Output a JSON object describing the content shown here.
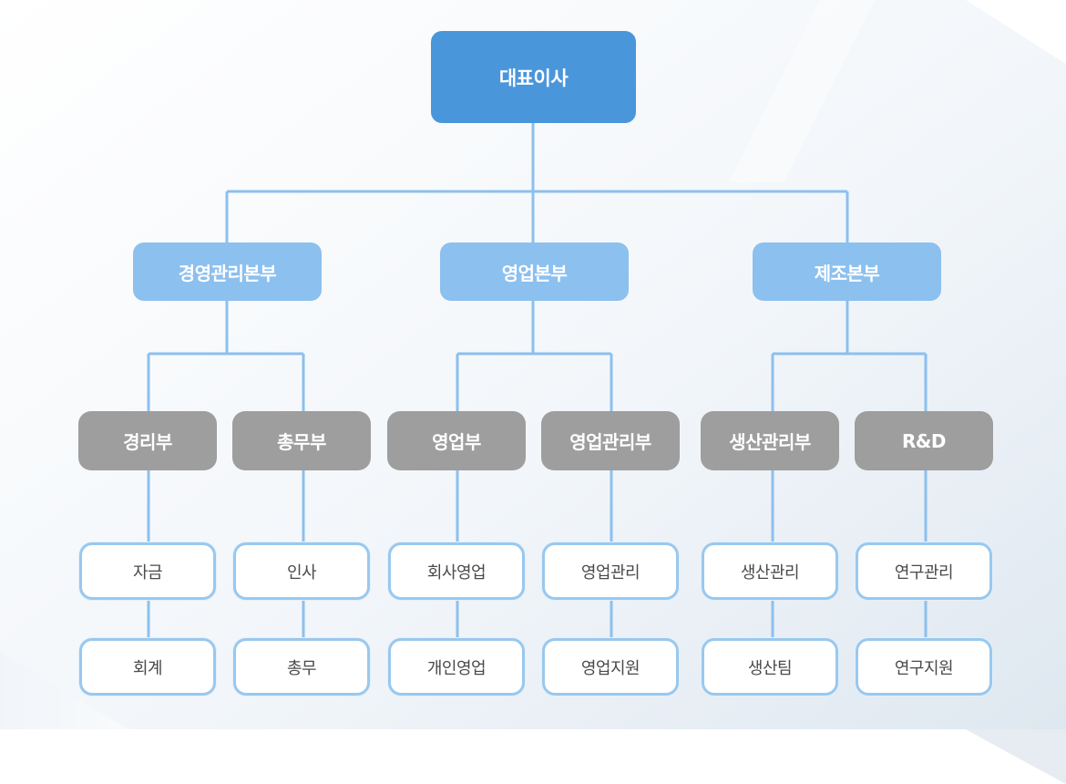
{
  "ceo": "대표이사",
  "divisions": [
    {
      "name": "경영관리본부",
      "depts": [
        {
          "name": "경리부",
          "teams": [
            "자금",
            "회계"
          ]
        },
        {
          "name": "총무부",
          "teams": [
            "인사",
            "총무"
          ]
        }
      ]
    },
    {
      "name": "영업본부",
      "depts": [
        {
          "name": "영업부",
          "teams": [
            "회사영업",
            "개인영업"
          ]
        },
        {
          "name": "영업관리부",
          "teams": [
            "영업관리",
            "영업지원"
          ]
        }
      ]
    },
    {
      "name": "제조본부",
      "depts": [
        {
          "name": "생산관리부",
          "teams": [
            "생산관리",
            "생산팀"
          ]
        },
        {
          "name": "R&D",
          "teams": [
            "연구관리",
            "연구지원"
          ]
        }
      ]
    }
  ],
  "colors": {
    "ceo": "#4a96db",
    "division": "#8cc0ee",
    "department": "#9e9e9e",
    "team_border": "#99c8ee",
    "connector": "#8cc0ee"
  }
}
